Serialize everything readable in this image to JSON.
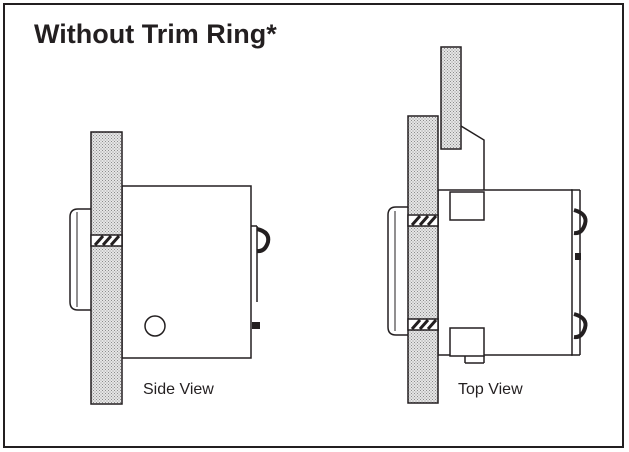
{
  "title": "Without Trim Ring*",
  "views": {
    "side": {
      "label": "Side View"
    },
    "top": {
      "label": "Top View"
    }
  },
  "colors": {
    "stroke": "#231f20",
    "panel_fill": "#d9d9d9",
    "background": "#ffffff"
  }
}
